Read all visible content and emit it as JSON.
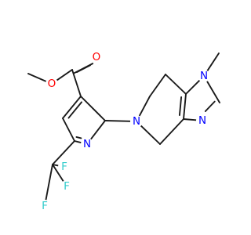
{
  "molecule": {
    "colors": {
      "bond": "#1a1a1a",
      "oxygen": "#ff0000",
      "nitrogen": "#0000ff",
      "fluorine": "#33cccc"
    },
    "atoms": {
      "o_methoxy": "O",
      "o_carbonyl": "O",
      "n_tetrahydro": "N",
      "n_methyl_imidazole": "N",
      "n_imidazole": "N",
      "n_pyridine": "N",
      "f_top": "F",
      "f_right": "F",
      "f_bottom": "F"
    }
  }
}
